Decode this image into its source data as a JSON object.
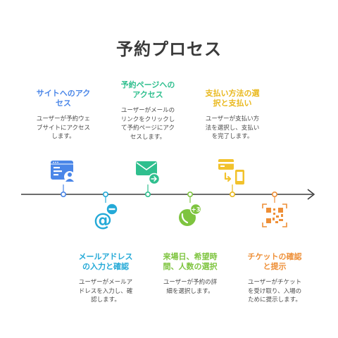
{
  "title": "予約プロセス",
  "colors": {
    "line": "#3b3b3b",
    "blue": "#4a86e8",
    "cyan": "#23a9d7",
    "teal": "#2fbf8e",
    "lime": "#7ec43f",
    "yellow": "#f2c22c",
    "orange": "#ee8f37"
  },
  "steps": [
    {
      "title": "サイトへのアク\nセス",
      "desc": "ユーザーが予約ウェ\nブサイトにアクセス\nします。",
      "icon": "website-user-icon",
      "color": "#4a86e8"
    },
    {
      "title": "メールアドレス\nの入力と確認",
      "desc": "ユーザーがメールア\nドレスを入力し、確\n認します。",
      "icon": "email-at-icon",
      "color": "#23a9d7"
    },
    {
      "title": "予約ページへの\nアクセス",
      "desc": "ユーザーがメールの\nリンクをクリックし\nて予約ページにアク\nセスします。",
      "icon": "mail-forward-icon",
      "color": "#2fbf8e"
    },
    {
      "title": "来場日、希望時\n間、人数の選択",
      "desc": "ユーザーが予約の詳\n細を選択します。",
      "icon": "calendar-people-icon",
      "color": "#7ec43f"
    },
    {
      "title": "支払い方法の選\n択と支払い",
      "desc": "ユーザーが支払い方\n法を選択し、支払い\nを完了します。",
      "icon": "payment-card-phone-icon",
      "color": "#e9b81c"
    },
    {
      "title": "チケットの確認\nと提示",
      "desc": "ユーザーがチケット\nを受け取り、入場の\nために提示します。",
      "icon": "qr-code-icon",
      "color": "#ee8f37"
    }
  ]
}
